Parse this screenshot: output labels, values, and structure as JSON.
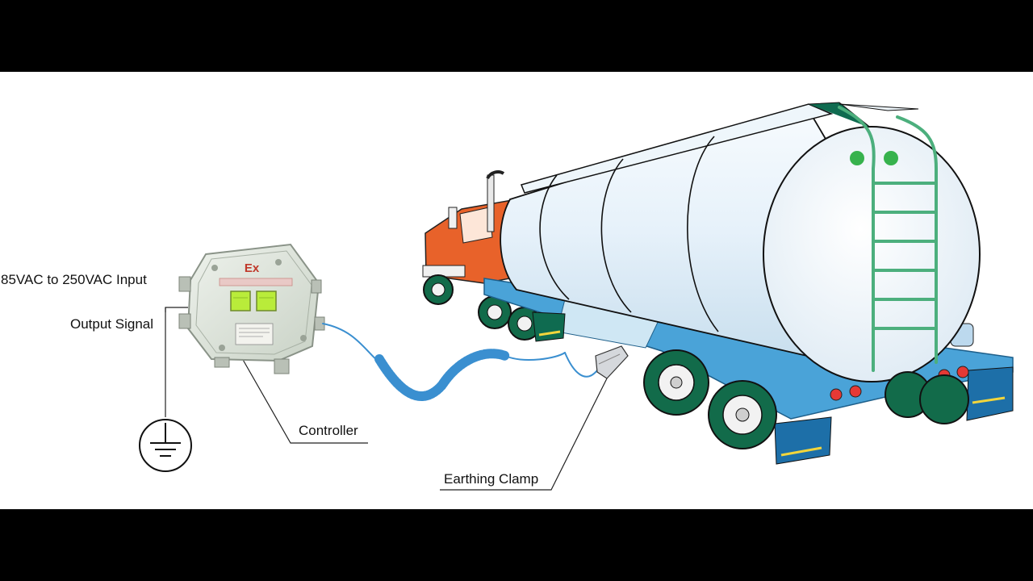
{
  "labels": {
    "input": "85VAC to 250VAC Input",
    "output_signal": "Output Signal",
    "controller": "Controller",
    "earthing_clamp": "Earthing Clamp"
  },
  "controller_box": {
    "marking": "Ex"
  },
  "icons": [
    "earth-ground-icon"
  ],
  "colors": {
    "background": "#ffffff",
    "letterbox": "#000000",
    "truck_cab": "#e8622a",
    "tank": "#e6f1fa",
    "trailer_frame": "#4aa3d8",
    "ladder": "#4caf7d",
    "cable": "#3a8fd0",
    "controller_body": "#dfe6dc",
    "indicator": "#b9ec3a",
    "ex_mark": "#c0392b"
  }
}
